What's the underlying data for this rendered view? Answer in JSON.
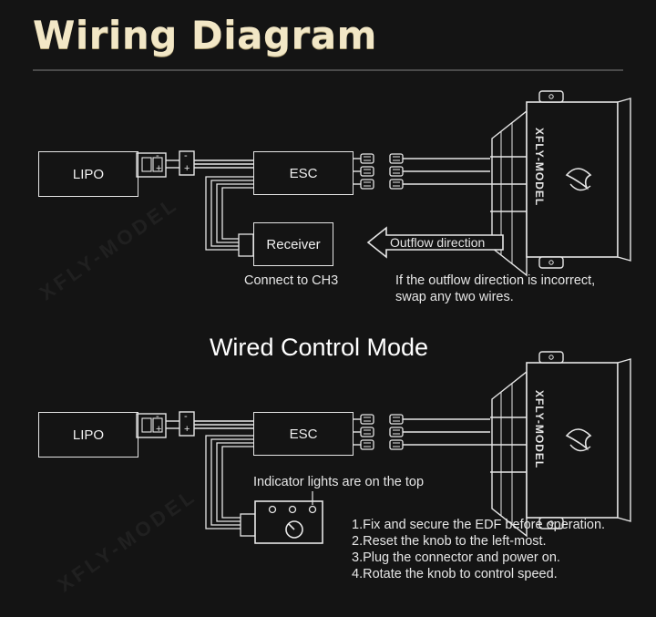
{
  "title": "Wiring Diagram",
  "top": {
    "lipo_label": "LIPO",
    "esc_label": "ESC",
    "receiver_label": "Receiver",
    "receiver_caption": "Connect to CH3",
    "outflow_label": "Outflow direction",
    "outflow_note_line1": "If the outflow direction is incorrect,",
    "outflow_note_line2": "swap any two wires."
  },
  "wired": {
    "section_title": "Wired Control Mode",
    "lipo_label": "LIPO",
    "esc_label": "ESC",
    "indicator_caption": "Indicator lights are on the top",
    "steps": [
      "1.Fix and secure the EDF before operation.",
      "2.Reset the knob to the left-most.",
      "3.Plug the connector and power on.",
      "4.Rotate the knob to control speed."
    ]
  },
  "plug_marks": {
    "minus": "-",
    "plus": "+"
  },
  "edf_brand": "XFLY-MODEL",
  "colors": {
    "background": "#141414",
    "title": "#f2e7c6",
    "lines": "#e6e6e6"
  }
}
